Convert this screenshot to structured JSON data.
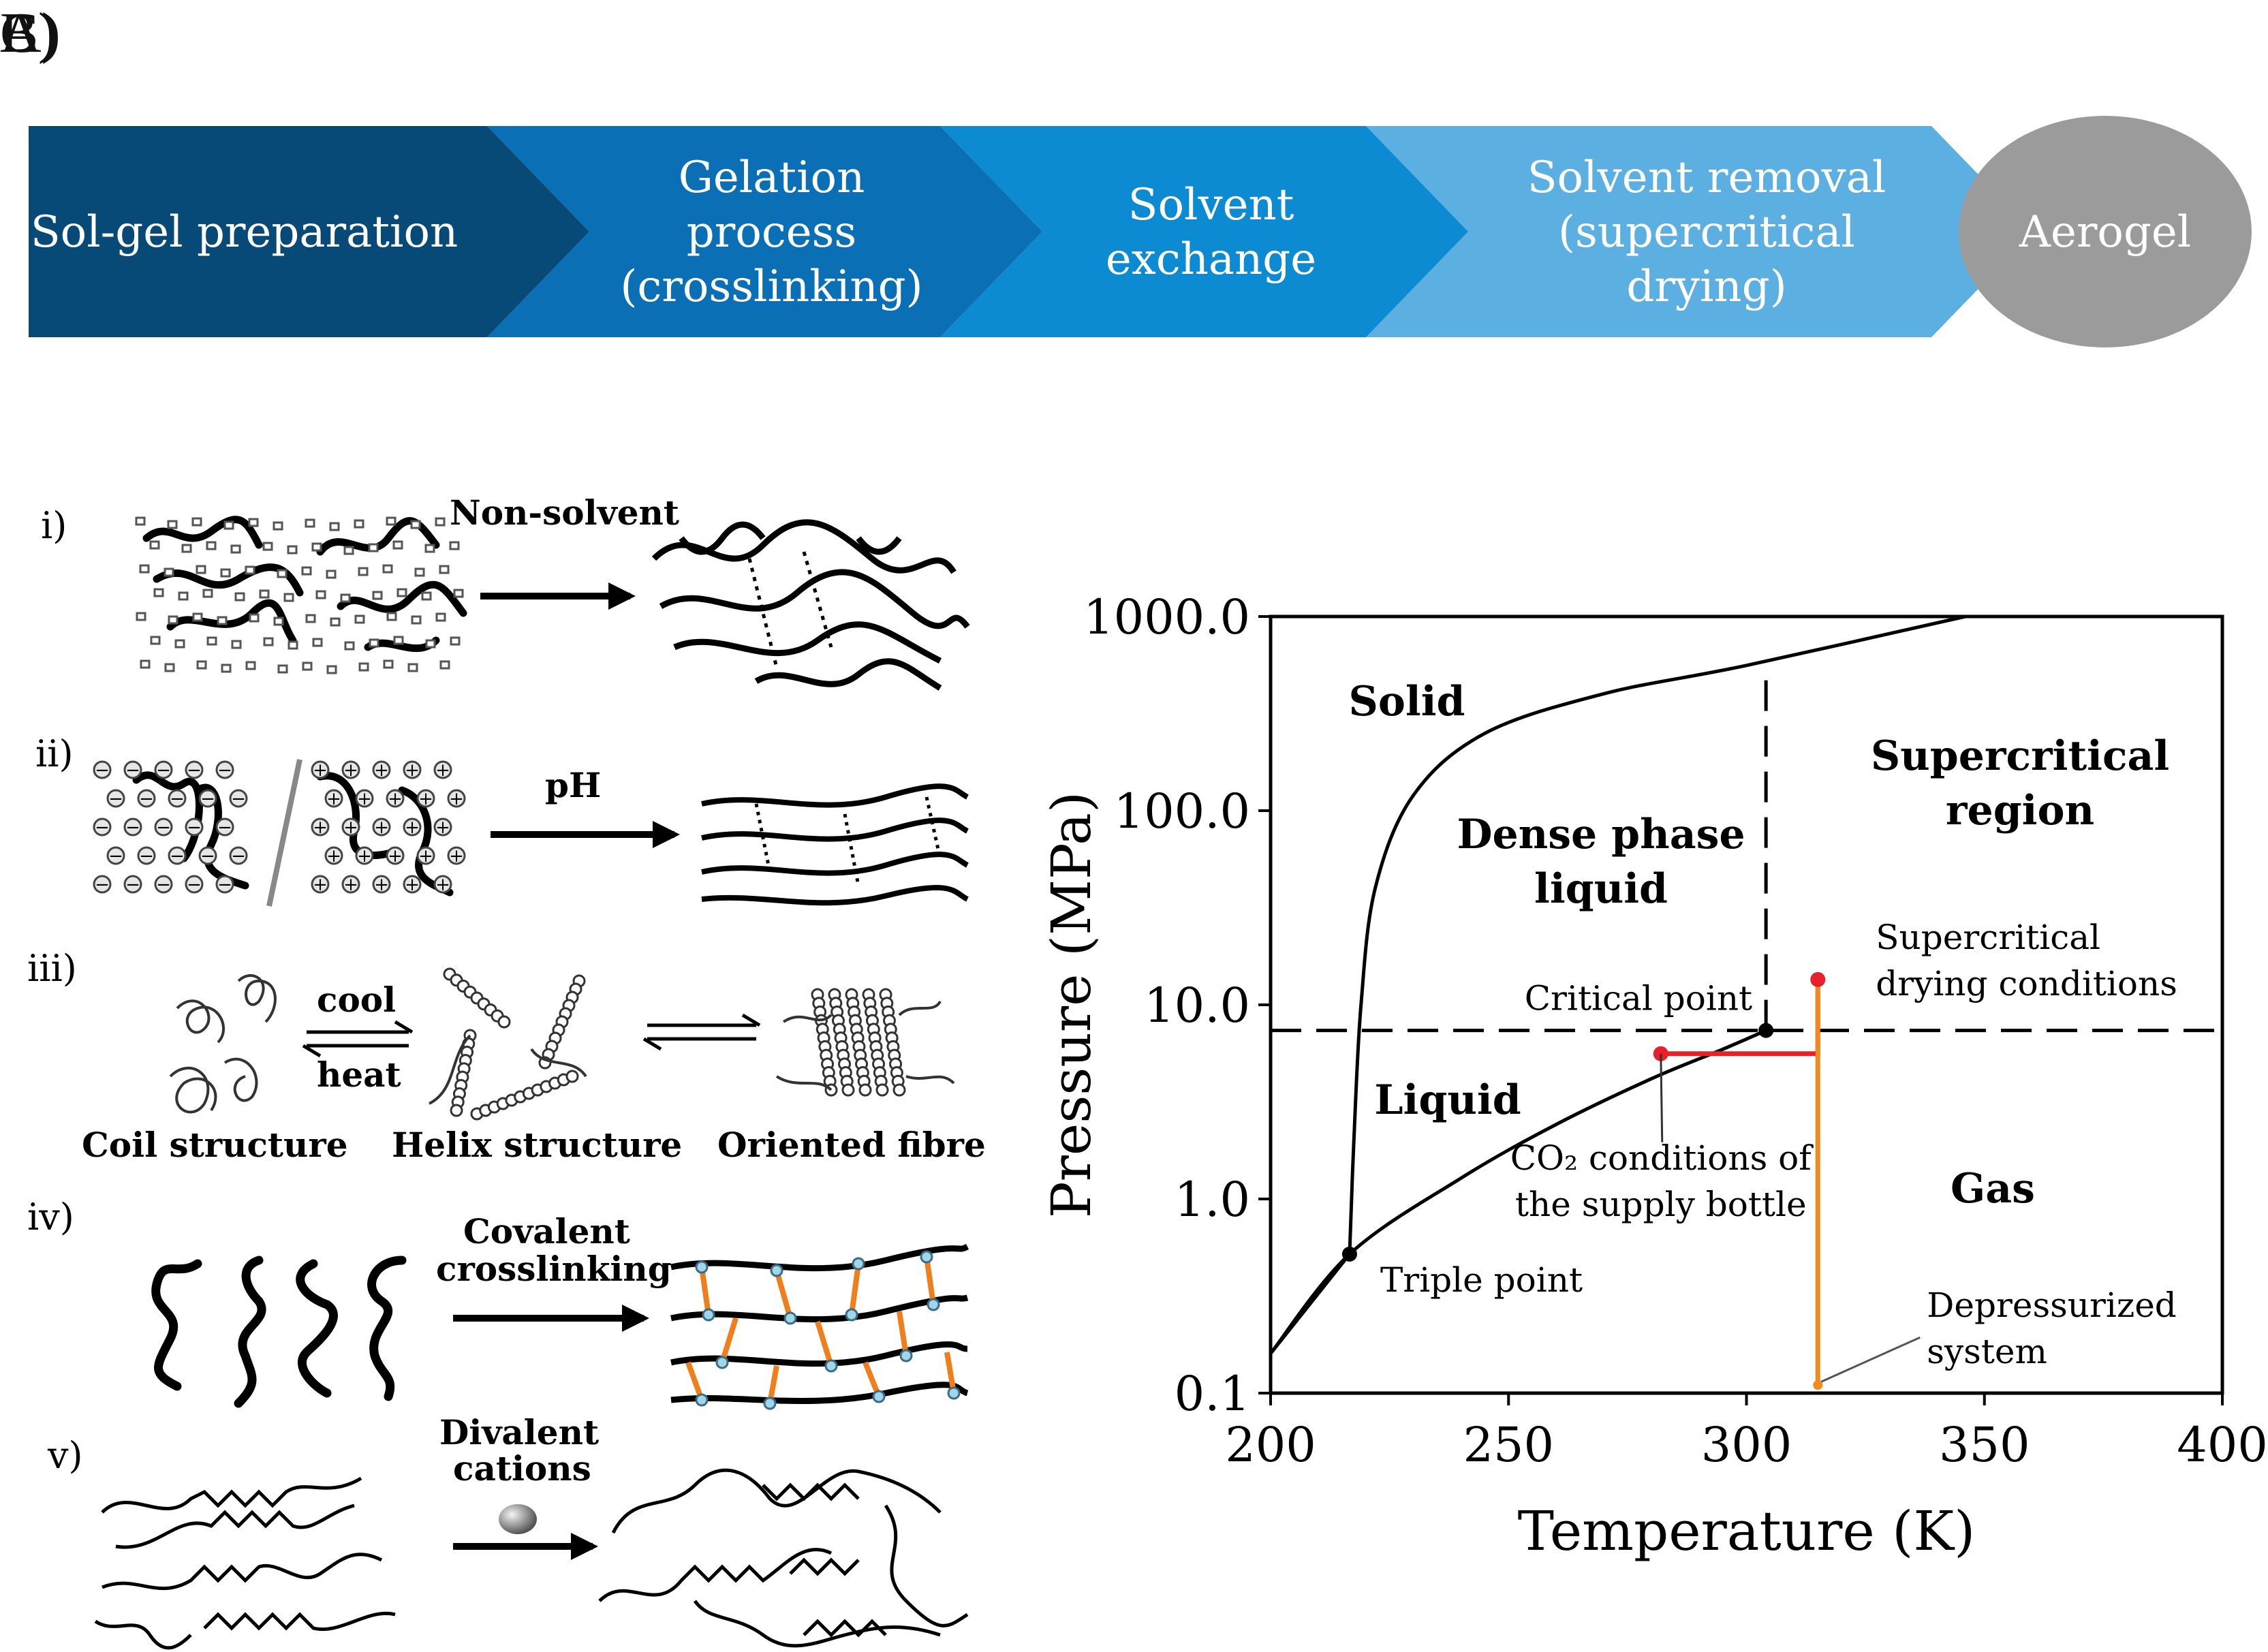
{
  "panels": {
    "a": "A)",
    "b": "B)",
    "c": "C)"
  },
  "process": {
    "steps": [
      {
        "lines": [
          "Sol-gel preparation"
        ],
        "color": "#074a78"
      },
      {
        "lines": [
          "Gelation",
          "process",
          "(crosslinking)"
        ],
        "color": "#0a6fb5"
      },
      {
        "lines": [
          "Solvent",
          "exchange"
        ],
        "color": "#0c8ad2"
      },
      {
        "lines": [
          "Solvent removal",
          "(supercritical",
          "drying)"
        ],
        "color": "#5cafe1"
      }
    ],
    "result": {
      "label": "Aerogel",
      "color": "#9b9b9b"
    }
  },
  "mechanisms": {
    "i": {
      "roman": "i)",
      "label": "Non-solvent"
    },
    "ii": {
      "roman": "ii)",
      "label": "pH"
    },
    "iii": {
      "roman": "iii)",
      "cool": "cool",
      "heat": "heat",
      "coil": "Coil structure",
      "helix": "Helix structure",
      "fibre": "Oriented fibre"
    },
    "iv": {
      "roman": "iv)",
      "label1": "Covalent",
      "label2": "crosslinking"
    },
    "v": {
      "roman": "v)",
      "label1": "Divalent",
      "label2": "cations"
    }
  },
  "chart_data": {
    "type": "line",
    "xlabel": "Temperature (K)",
    "ylabel": "Pressure (MPa)",
    "xlim": [
      200,
      400
    ],
    "ylim": [
      0.1,
      1000
    ],
    "yscale": "log",
    "xticks": [
      "200",
      "250",
      "300",
      "350",
      "400"
    ],
    "yticks": [
      "0.1",
      "1.0",
      "10.0",
      "100.0",
      "1000.0"
    ],
    "series": [
      {
        "id": "melting-curve",
        "points": [
          [
            216.6,
            0.52
          ],
          [
            217.5,
            2
          ],
          [
            219,
            10
          ],
          [
            222,
            40
          ],
          [
            230,
            120
          ],
          [
            245,
            250
          ],
          [
            270,
            400
          ],
          [
            300,
            560
          ],
          [
            346,
            1000
          ]
        ]
      },
      {
        "id": "vaporization-curve",
        "points": [
          [
            200,
            0.16
          ],
          [
            216.6,
            0.52
          ],
          [
            240,
            1.28
          ],
          [
            260,
            2.42
          ],
          [
            280,
            4.16
          ],
          [
            295,
            5.9
          ],
          [
            304.1,
            7.38
          ]
        ]
      },
      {
        "id": "sublimation-curve",
        "points": [
          [
            200,
            0.16
          ],
          [
            216.6,
            0.52
          ]
        ]
      },
      {
        "id": "critical-pressure-line",
        "style": "dashed",
        "points": [
          [
            200,
            7.38
          ],
          [
            400,
            7.38
          ]
        ]
      },
      {
        "id": "critical-temperature-line",
        "style": "dashed",
        "points": [
          [
            304.1,
            7.38
          ],
          [
            304.1,
            560
          ]
        ]
      },
      {
        "id": "heating-path",
        "color": "#e8202a",
        "points": [
          [
            282,
            5.6
          ],
          [
            315,
            5.6
          ],
          [
            315,
            13.5
          ]
        ]
      },
      {
        "id": "depressurization-path",
        "color": "#f08a1c",
        "points": [
          [
            315,
            13.5
          ],
          [
            315,
            0.11
          ]
        ]
      }
    ],
    "points": [
      {
        "id": "triple-point",
        "x": 216.6,
        "y": 0.52,
        "label": "Triple point"
      },
      {
        "id": "critical-point",
        "x": 304.1,
        "y": 7.38,
        "label": "Critical point"
      },
      {
        "id": "supply-bottle",
        "x": 282,
        "y": 5.6,
        "label": [
          "CO₂ conditions of",
          "the supply bottle"
        ]
      },
      {
        "id": "supercritical-drying",
        "x": 315,
        "y": 13.5,
        "label": [
          "Supercritical",
          "drying conditions"
        ]
      },
      {
        "id": "depressurized",
        "x": 315,
        "y": 0.11,
        "label": [
          "Depressurized",
          "system"
        ]
      }
    ],
    "regions": [
      {
        "lines": [
          "Solid"
        ]
      },
      {
        "lines": [
          "Dense phase",
          "liquid"
        ]
      },
      {
        "lines": [
          "Supercritical",
          "region"
        ]
      },
      {
        "lines": [
          "Liquid"
        ]
      },
      {
        "lines": [
          "Gas"
        ]
      }
    ],
    "grid": false,
    "legend": "none"
  }
}
